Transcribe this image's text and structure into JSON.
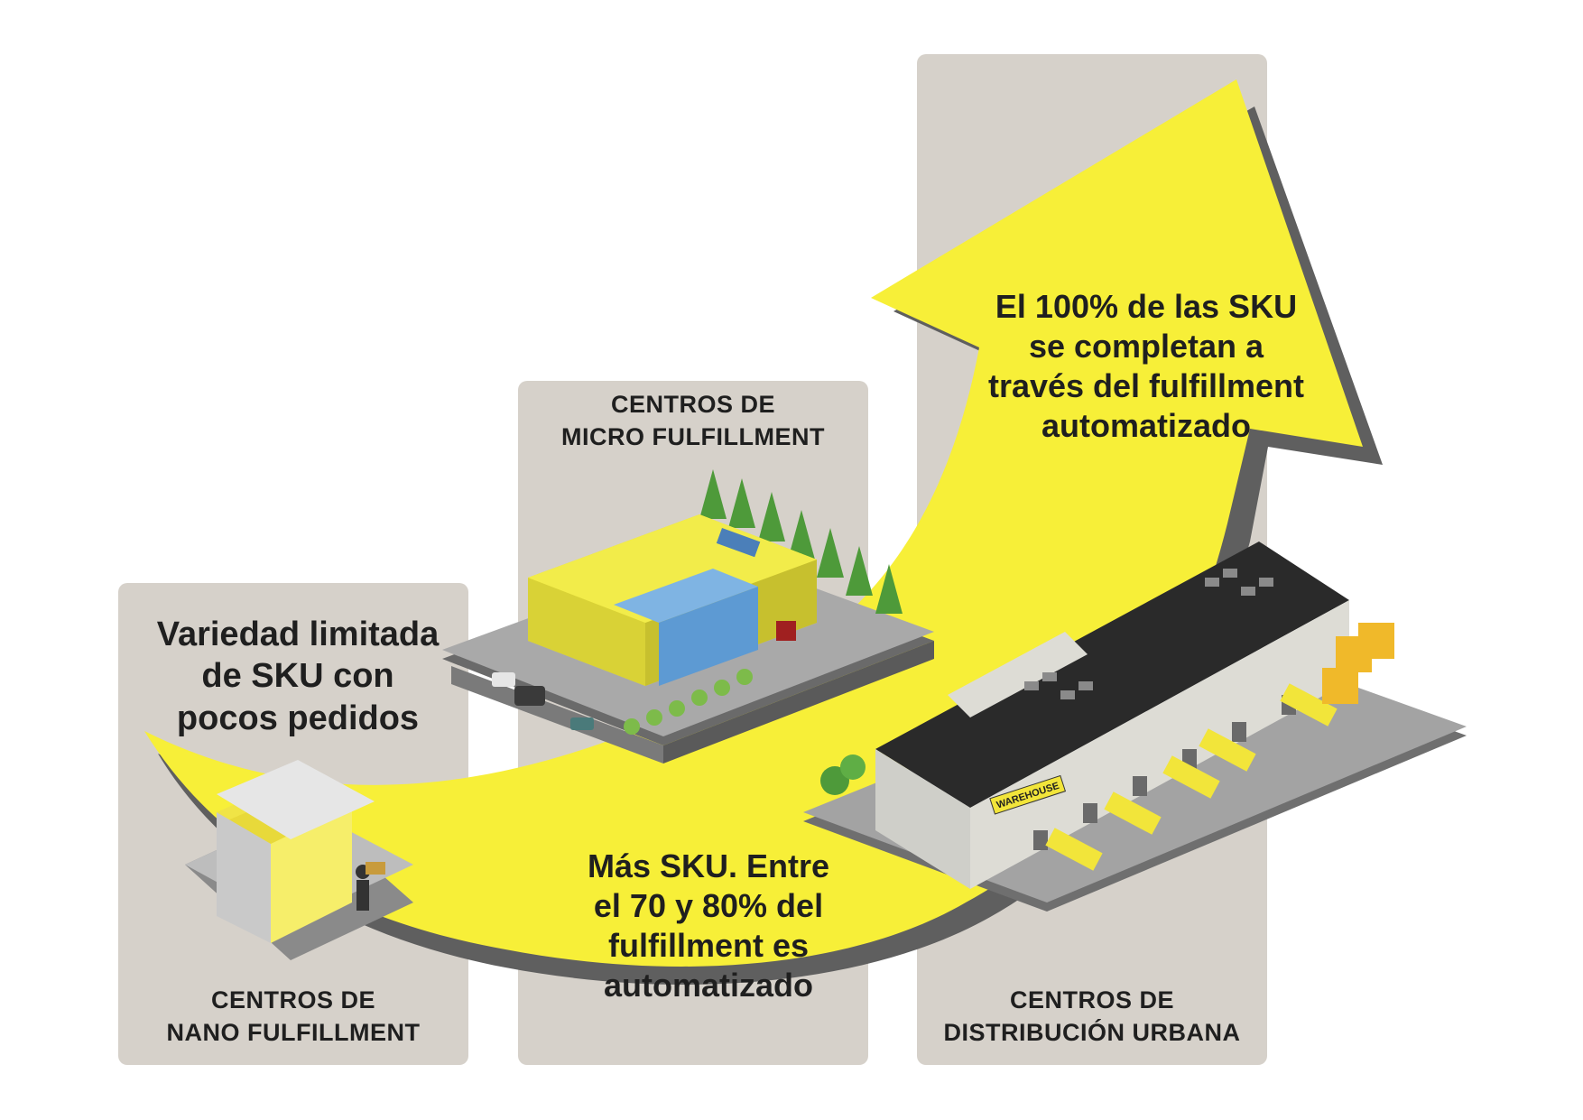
{
  "colors": {
    "panel": "#d6d1ca",
    "arrow": "#f7ef38",
    "arrow_shadow": "#5f5f5f",
    "text": "#1f1f1f"
  },
  "stages": {
    "nano": {
      "title_line1": "CENTROS DE",
      "title_line2": "NANO FULFILLMENT",
      "desc_line1": "Variedad limitada",
      "desc_line2": "de SKU con",
      "desc_line3": "pocos pedidos"
    },
    "micro": {
      "title_line1": "CENTROS DE",
      "title_line2": "MICRO FULFILLMENT",
      "desc_line1": "Más SKU. Entre",
      "desc_line2": "el 70 y 80% del",
      "desc_line3": "fulfillment es",
      "desc_line4": "automatizado"
    },
    "urban": {
      "title_line1": "CENTROS DE",
      "title_line2": "DISTRIBUCIÓN URBANA",
      "desc_line1": "El 100% de las SKU",
      "desc_line2": "se completan a",
      "desc_line3": "través del fulfillment",
      "desc_line4": "automatizado",
      "sign": "WAREHOUSE"
    }
  }
}
